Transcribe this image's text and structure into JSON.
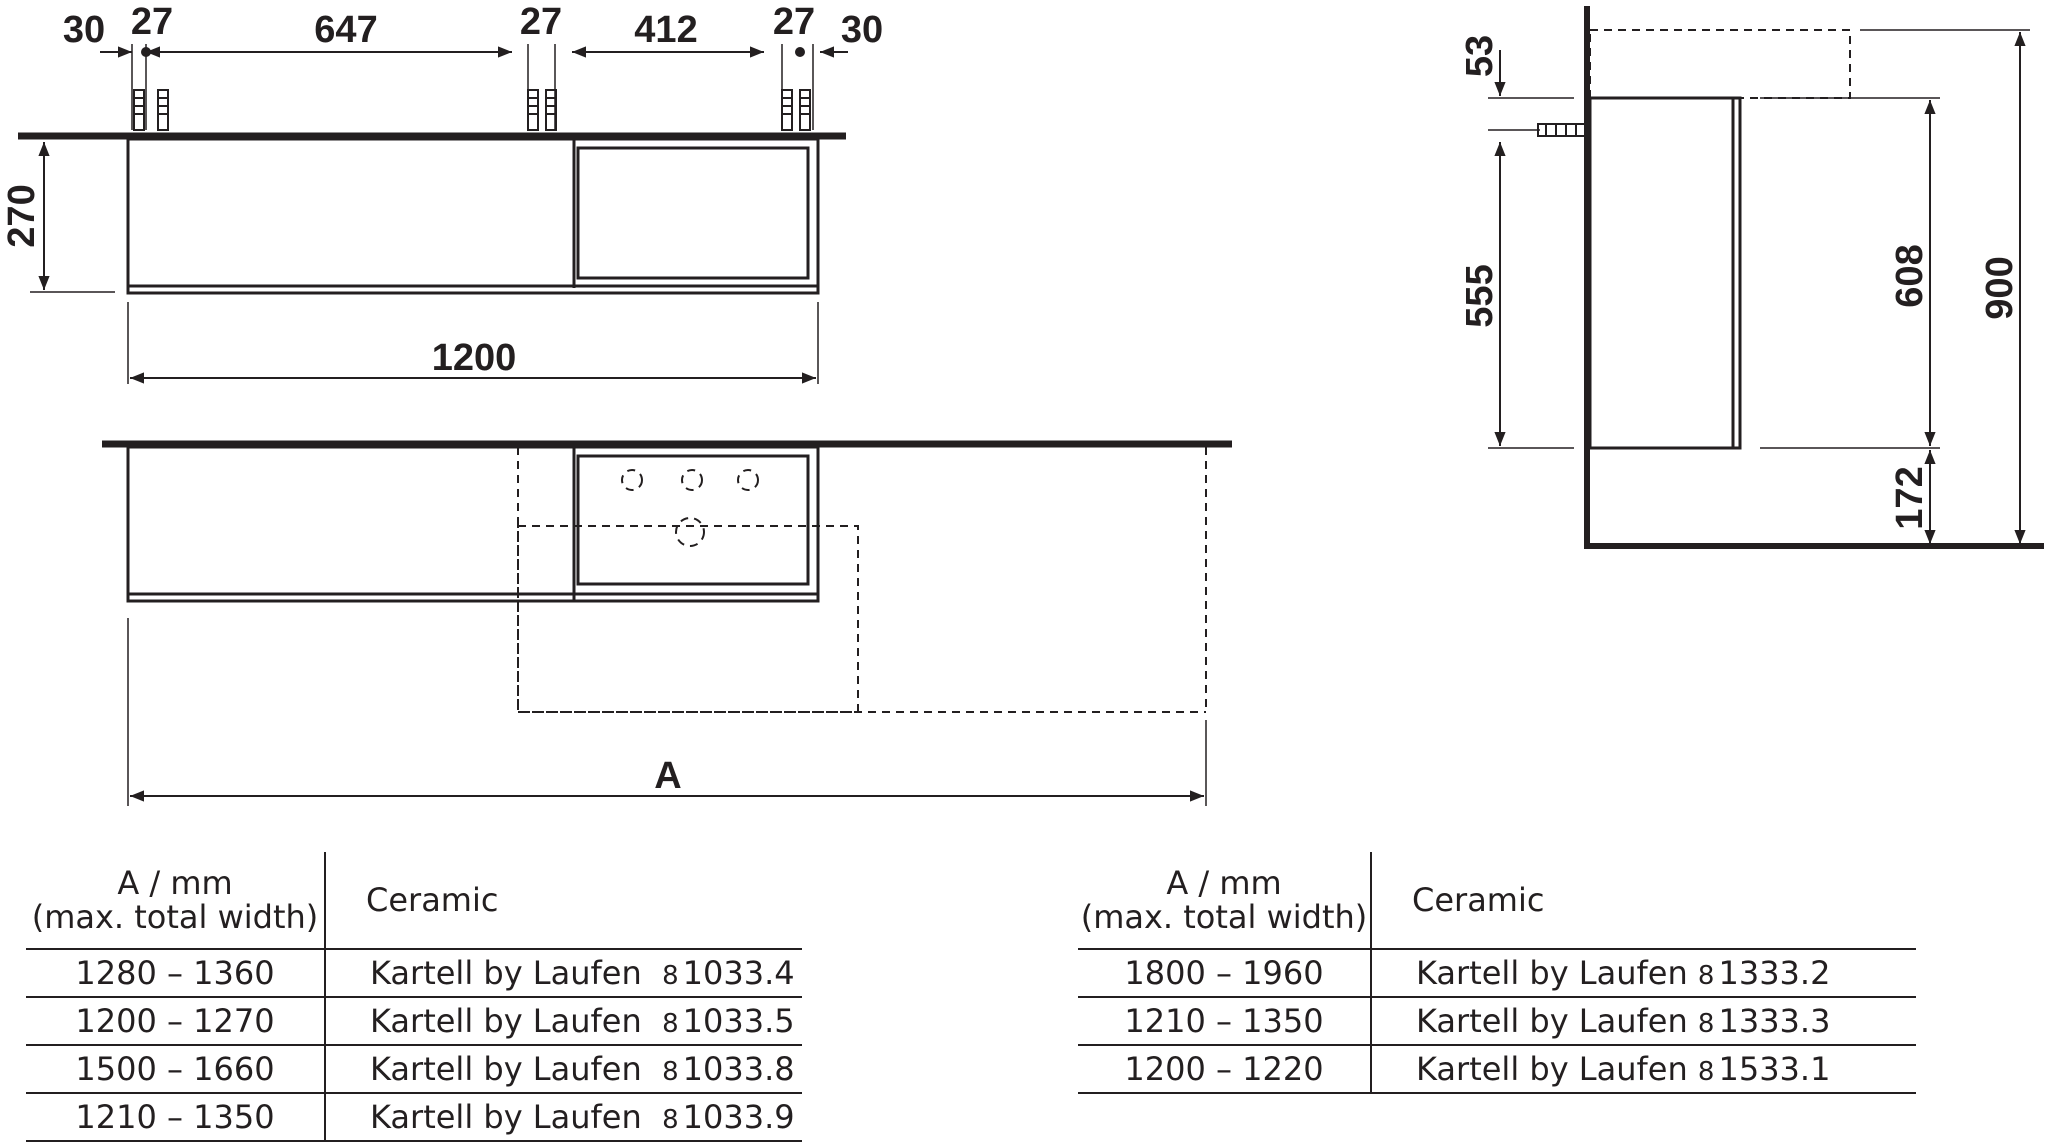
{
  "front_top": {
    "dims_top": [
      "30",
      "27",
      "647",
      "27",
      "412",
      "27",
      "30"
    ],
    "height": "270",
    "width": "1200"
  },
  "front_bottom": {
    "width_label": "A"
  },
  "side_view": {
    "dims_left": [
      "53",
      "555"
    ],
    "dims_right": [
      "608",
      "172",
      "900"
    ]
  },
  "table_left": {
    "header_a": [
      "A / mm",
      "(max. total width)"
    ],
    "header_b": "Ceramic",
    "rows": [
      {
        "range": "1280 – 1360",
        "product": "Kartell by Laufen",
        "prefix": "8",
        "code": "1033.4"
      },
      {
        "range": "1200 – 1270",
        "product": "Kartell by Laufen",
        "prefix": "8",
        "code": "1033.5"
      },
      {
        "range": "1500 – 1660",
        "product": "Kartell by Laufen",
        "prefix": "8",
        "code": "1033.8"
      },
      {
        "range": "1210 – 1350",
        "product": "Kartell by Laufen",
        "prefix": "8",
        "code": "1033.9"
      }
    ]
  },
  "table_right": {
    "header_a": [
      "A / mm",
      "(max. total width)"
    ],
    "header_b": "Ceramic",
    "rows": [
      {
        "range": "1800 – 1960",
        "product": "Kartell by Laufen",
        "prefix": "8",
        "code": "1333.2"
      },
      {
        "range": "1210 – 1350",
        "product": "Kartell by Laufen",
        "prefix": "8",
        "code": "1333.3"
      },
      {
        "range": "1200 – 1220",
        "product": "Kartell by Laufen",
        "prefix": "8",
        "code": "1533.1"
      }
    ]
  }
}
